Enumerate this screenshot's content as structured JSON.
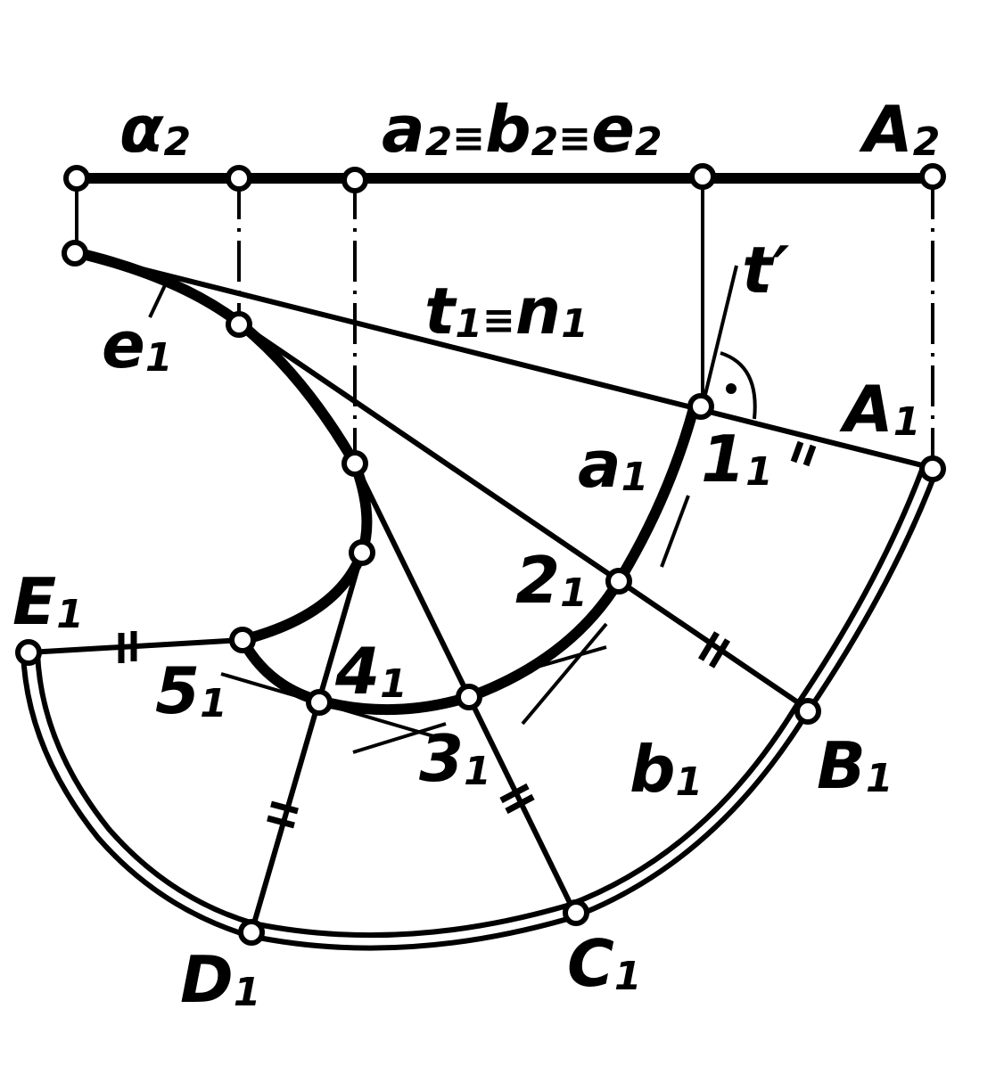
{
  "labels": {
    "alpha": {
      "main": "α",
      "sub": "2"
    },
    "top_equiv": {
      "a": "a",
      "a_sub": "2",
      "b": "b",
      "b_sub": "2",
      "e": "e",
      "e_sub": "2",
      "equiv": "≡"
    },
    "A2": {
      "main": "A",
      "sub": "2"
    },
    "t_prime": {
      "main": "t′"
    },
    "t1n1": {
      "t": "t",
      "t_sub": "1",
      "equiv": "≡",
      "n": "n",
      "n_sub": "1"
    },
    "e1": {
      "main": "e",
      "sub": "1"
    },
    "A1": {
      "main": "A",
      "sub": "1"
    },
    "a1": {
      "main": "a",
      "sub": "1"
    },
    "p1": {
      "main": "1",
      "sub": "1"
    },
    "p2": {
      "main": "2",
      "sub": "1"
    },
    "E1": {
      "main": "E",
      "sub": "1"
    },
    "p4": {
      "main": "4",
      "sub": "1"
    },
    "p5": {
      "main": "5",
      "sub": "1"
    },
    "p3": {
      "main": "3",
      "sub": "1"
    },
    "b1": {
      "main": "b",
      "sub": "1"
    },
    "B1": {
      "main": "B",
      "sub": "1"
    },
    "C1": {
      "main": "C",
      "sub": "1"
    },
    "D1": {
      "main": "D",
      "sub": "1"
    }
  }
}
